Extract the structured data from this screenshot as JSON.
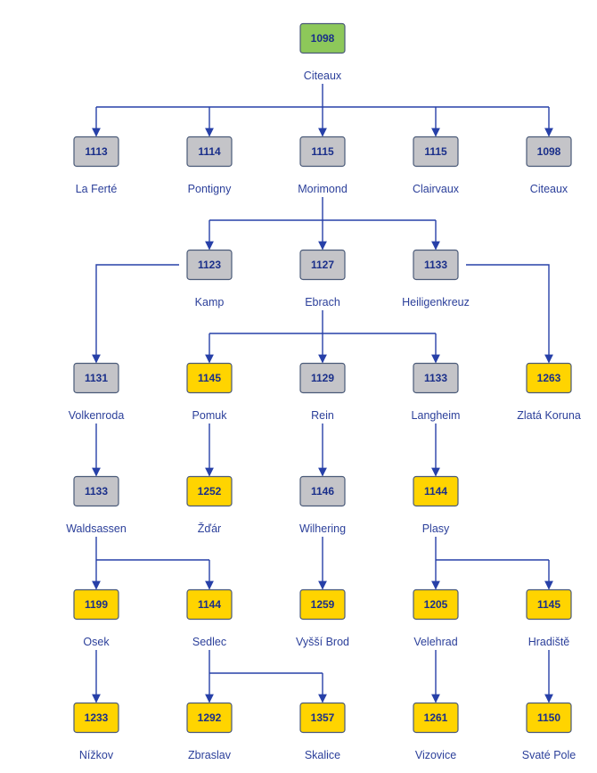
{
  "colors": {
    "root": "#8dc85a",
    "grey": "#c4c4c8",
    "yellow": "#ffd400",
    "line": "#2740a8",
    "text": "#2b3f9a"
  },
  "nodes": [
    {
      "id": "n0",
      "year": "1098",
      "name": "Citeaux",
      "color": "root"
    },
    {
      "id": "n1",
      "year": "1113",
      "name": "La Ferté",
      "color": "grey"
    },
    {
      "id": "n2",
      "year": "1114",
      "name": "Pontigny",
      "color": "grey"
    },
    {
      "id": "n3",
      "year": "1115",
      "name": "Morimond",
      "color": "grey"
    },
    {
      "id": "n4",
      "year": "1115",
      "name": "Clairvaux",
      "color": "grey"
    },
    {
      "id": "n5",
      "year": "1098",
      "name": "Citeaux",
      "color": "grey"
    },
    {
      "id": "n6",
      "year": "1123",
      "name": "Kamp",
      "color": "grey"
    },
    {
      "id": "n7",
      "year": "1127",
      "name": "Ebrach",
      "color": "grey"
    },
    {
      "id": "n8",
      "year": "1133",
      "name": "Heiligenkreuz",
      "color": "grey"
    },
    {
      "id": "n9",
      "year": "1131",
      "name": "Volkenroda",
      "color": "grey"
    },
    {
      "id": "n10",
      "year": "1145",
      "name": "Pomuk",
      "color": "yellow"
    },
    {
      "id": "n11",
      "year": "1129",
      "name": "Rein",
      "color": "grey"
    },
    {
      "id": "n12",
      "year": "1133",
      "name": "Langheim",
      "color": "grey"
    },
    {
      "id": "n13",
      "year": "1263",
      "name": "Zlatá Koruna",
      "color": "yellow"
    },
    {
      "id": "n14",
      "year": "1133",
      "name": "Waldsassen",
      "color": "grey"
    },
    {
      "id": "n15",
      "year": "1252",
      "name": "Žďár",
      "color": "yellow"
    },
    {
      "id": "n16",
      "year": "1146",
      "name": "Wilhering",
      "color": "grey"
    },
    {
      "id": "n17",
      "year": "1144",
      "name": "Plasy",
      "color": "yellow"
    },
    {
      "id": "n18",
      "year": "1199",
      "name": "Osek",
      "color": "yellow"
    },
    {
      "id": "n19",
      "year": "1144",
      "name": "Sedlec",
      "color": "yellow"
    },
    {
      "id": "n20",
      "year": "1259",
      "name": "Vyšší Brod",
      "color": "yellow"
    },
    {
      "id": "n21",
      "year": "1205",
      "name": "Velehrad",
      "color": "yellow"
    },
    {
      "id": "n22",
      "year": "1145",
      "name": "Hradiště",
      "color": "yellow"
    },
    {
      "id": "n23",
      "year": "1233",
      "name": "Nížkov",
      "color": "yellow"
    },
    {
      "id": "n24",
      "year": "1292",
      "name": "Zbraslav",
      "color": "yellow"
    },
    {
      "id": "n25",
      "year": "1357",
      "name": "Skalice",
      "color": "yellow"
    },
    {
      "id": "n26",
      "year": "1261",
      "name": "Vizovice",
      "color": "yellow"
    },
    {
      "id": "n27",
      "year": "1150",
      "name": "Svaté Pole",
      "color": "yellow"
    }
  ],
  "edges": [
    {
      "from": "n0",
      "to": [
        "n1",
        "n2",
        "n3",
        "n4",
        "n5"
      ]
    },
    {
      "from": "n3",
      "to": [
        "n6",
        "n7",
        "n8"
      ]
    },
    {
      "from": "n6",
      "to": [
        "n9"
      ]
    },
    {
      "from": "n7",
      "to": [
        "n10",
        "n11",
        "n12"
      ]
    },
    {
      "from": "n8",
      "to": [
        "n13"
      ]
    },
    {
      "from": "n9",
      "to": [
        "n14"
      ]
    },
    {
      "from": "n10",
      "to": [
        "n15"
      ]
    },
    {
      "from": "n11",
      "to": [
        "n16"
      ]
    },
    {
      "from": "n12",
      "to": [
        "n17"
      ]
    },
    {
      "from": "n14",
      "to": [
        "n18",
        "n19"
      ]
    },
    {
      "from": "n16",
      "to": [
        "n20"
      ]
    },
    {
      "from": "n17",
      "to": [
        "n21",
        "n22"
      ]
    },
    {
      "from": "n18",
      "to": [
        "n23"
      ]
    },
    {
      "from": "n19",
      "to": [
        "n24",
        "n25"
      ]
    },
    {
      "from": "n21",
      "to": [
        "n26"
      ]
    },
    {
      "from": "n22",
      "to": [
        "n27"
      ]
    }
  ]
}
